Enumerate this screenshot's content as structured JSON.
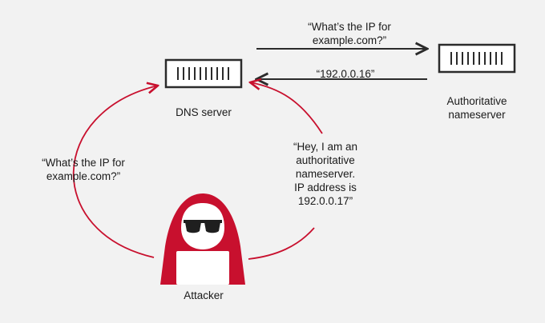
{
  "colors": {
    "background": "#f2f2f2",
    "ink": "#2b2b2b",
    "attack": "#c8102e",
    "device_bg": "#ffffff"
  },
  "nodes": {
    "dns_server": {
      "label": "DNS server",
      "icon": "server-icon"
    },
    "authoritative": {
      "label": "Authoritative\nnameserver",
      "icon": "server-icon"
    },
    "attacker": {
      "label": "Attacker",
      "icon": "hooded-attacker-icon"
    }
  },
  "messages": {
    "query_to_authoritative": "“What’s the IP for\nexample.com?”",
    "reply_from_authoritative": "“192.0.0.16”",
    "query_from_attacker": "“What’s the IP for\nexample.com?”",
    "spoofed_reply": "“Hey, I am an\nauthoritative\nnameserver.\nIP address is\n192.0.0.17”"
  }
}
